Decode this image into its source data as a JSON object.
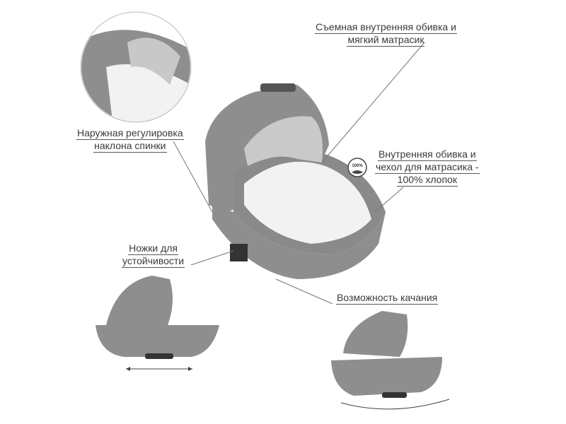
{
  "labels": {
    "removable_lining": [
      "Съемная внутренняя обивка и",
      "мягкий матрасик"
    ],
    "backrest": [
      "Наружная регулировка",
      "наклона спинки"
    ],
    "cotton": [
      "Внутренняя обивка и",
      "чехол для матрасика -",
      "100% хлопок"
    ],
    "legs": [
      "Ножки для",
      "устойчивости"
    ],
    "rocking": [
      "Возможность качания"
    ]
  },
  "badge": {
    "text": "100%",
    "icon": "cotton-flower-icon"
  },
  "colors": {
    "fabric": "#8e8e8e",
    "fabric_dark": "#777777",
    "lining": "#f2f2f2",
    "text": "#3a3a3a",
    "line": "#666666"
  }
}
